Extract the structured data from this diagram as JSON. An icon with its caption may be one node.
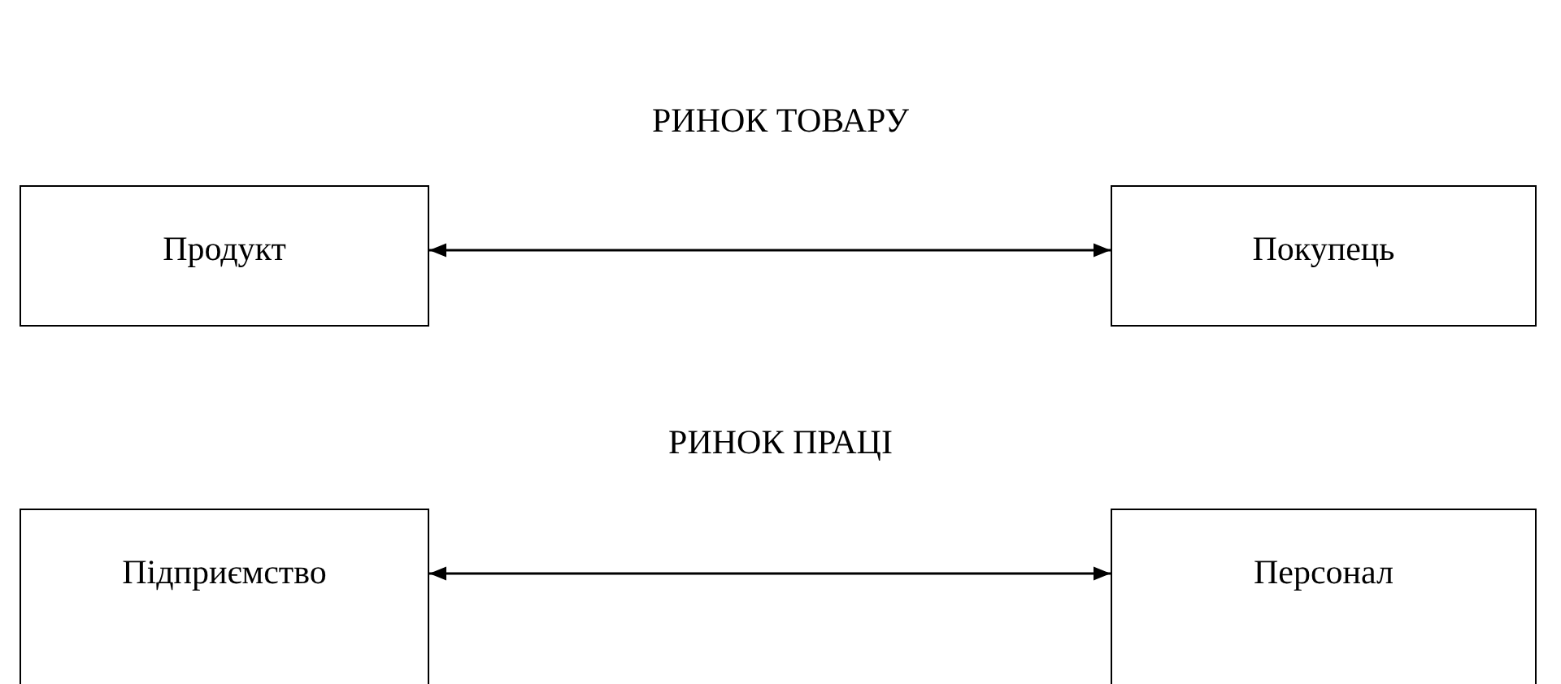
{
  "diagram": {
    "nodes": [
      {
        "text": [
          "Продукт"
        ]
      },
      {
        "text": [
          "Покупець"
        ]
      },
      {
        "text": [
          "Підприємство"
        ]
      },
      {
        "text": [
          "Персонал"
        ]
      }
    ],
    "edges": [
      {
        "from": 0,
        "to": 1,
        "arrow": "both"
      },
      {
        "from": 2,
        "to": 3,
        "arrow": "both"
      }
    ],
    "labels": [
      "РИНОК ТОВАРУ",
      "РИНОК ПРАЦІ"
    ]
  }
}
